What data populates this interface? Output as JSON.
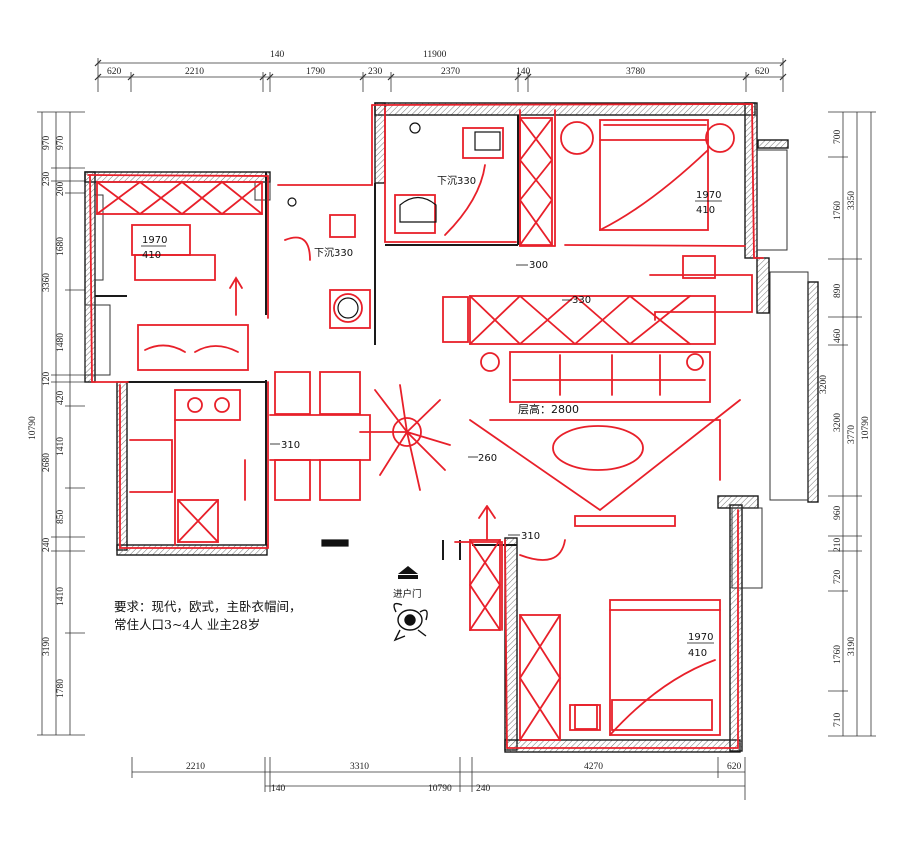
{
  "dims": {
    "top_total": "11900",
    "top_140a": "140",
    "top_140b": "140",
    "top": [
      "620",
      "2210",
      "1790",
      "230",
      "2370",
      "3780",
      "620"
    ],
    "left_outer": [
      "970",
      "230",
      "3360",
      "120",
      "2680",
      "240",
      "3190"
    ],
    "left_inner": [
      "970",
      "200",
      "1680",
      "1480",
      "420",
      "1410",
      "850",
      "1410",
      "1780"
    ],
    "left_total": "10790",
    "right_inner": [
      "700",
      "1760",
      "890",
      "460",
      "3200",
      "960",
      "210",
      "720",
      "1760",
      "710"
    ],
    "right_outer": [
      "3350",
      "3770",
      "3190"
    ],
    "right_total": "10790",
    "bottom": [
      "2210",
      "3310",
      "4270",
      "620"
    ],
    "bottom_140": "140",
    "bottom_total": "10790",
    "bottom_240": "240"
  },
  "labels": {
    "sunken_1": "下沉330",
    "sunken_2": "下沉330",
    "bed_size_1": "1970",
    "bed_size_1b": "410",
    "bed_size_2": "1970",
    "bed_size_2b": "410",
    "bed_size_3": "1970",
    "bed_size_3b": "410",
    "level_300": "300",
    "level_330": "330",
    "ceiling_height": "层高：2800",
    "level_310a": "310",
    "level_260": "260",
    "level_310b": "310",
    "entry": "进户门"
  },
  "note": {
    "line1": "要求：现代，欧式，主卧衣帽间，",
    "line2": "常住人口3~4人      业主28岁"
  },
  "colors": {
    "red": "#e8202a",
    "wall": "#1a1a1a",
    "dim": "#333333"
  }
}
